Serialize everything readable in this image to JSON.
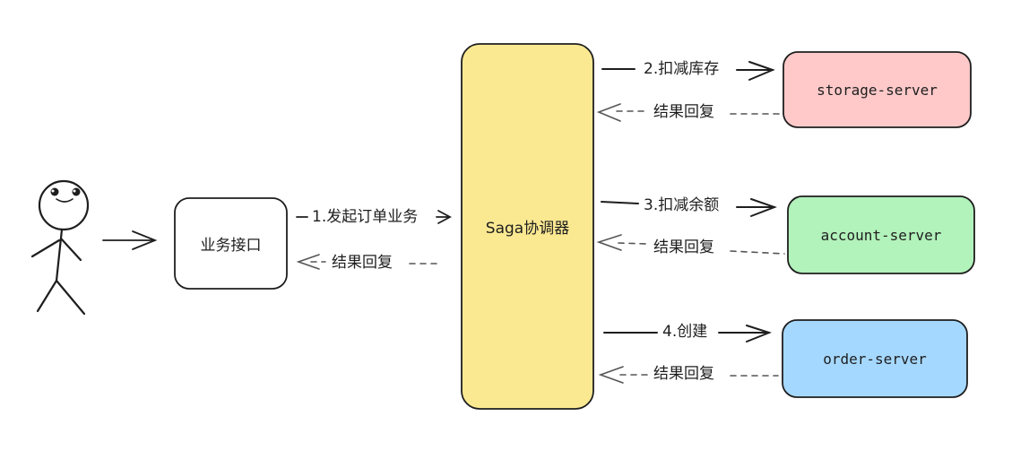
{
  "nodes": {
    "business": {
      "label": "业务接口"
    },
    "saga": {
      "label": "Saga协调器",
      "fill": "#fbe992"
    },
    "storage": {
      "label": "storage-server",
      "fill": "#ffc9c9"
    },
    "account": {
      "label": "account-server",
      "fill": "#b2f2bb"
    },
    "order": {
      "label": "order-server",
      "fill": "#a5d8ff"
    }
  },
  "edges": {
    "start_tx": "1.发起订单业务",
    "reply_business": "结果回复",
    "deduct_stock": "2.扣减库存",
    "reply_storage": "结果回复",
    "deduct_balance": "3.扣减余额",
    "reply_account": "结果回复",
    "create_order": "4.创建",
    "reply_order": "结果回复"
  },
  "colors": {
    "stroke": "#1e1e1e",
    "dashed": "#555555"
  },
  "icons": {
    "user": "stick-figure-user-icon"
  }
}
